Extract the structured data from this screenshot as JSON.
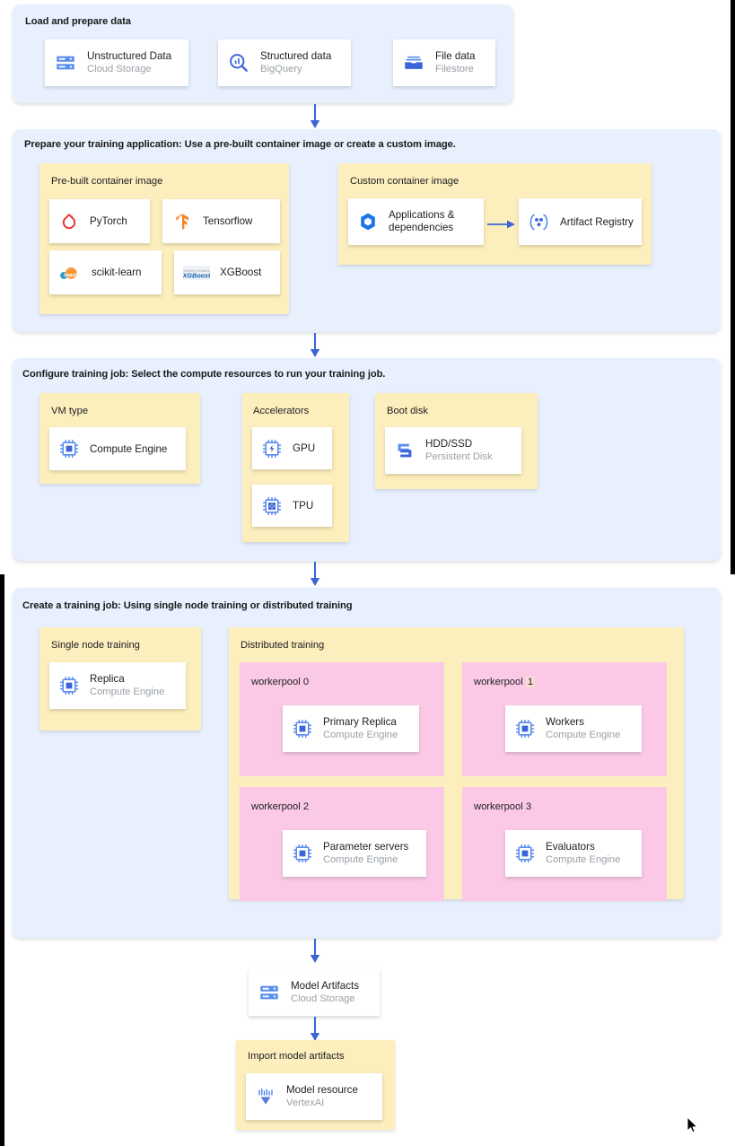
{
  "page": {
    "title": "Vertex AI custom training workflow diagram",
    "colors": {
      "stage_bg": "#e8f0fe",
      "group_bg": "#fdeebd",
      "pool_bg": "#fbc9e6",
      "card_bg": "#ffffff",
      "arrow": "#3a64d8",
      "icon_blue": "#5b8def",
      "text_primary": "#202124",
      "text_secondary": "#9aa0a6"
    }
  },
  "stages": [
    {
      "id": "load",
      "title": "Load and prepare data",
      "cards": [
        {
          "title": "Unstructured Data",
          "subtitle": "Cloud Storage",
          "icon": "cloud-storage-icon"
        },
        {
          "title": "Structured data",
          "subtitle": "BigQuery",
          "icon": "bigquery-icon"
        },
        {
          "title": "File data",
          "subtitle": "Filestore",
          "icon": "filestore-icon"
        }
      ]
    },
    {
      "id": "prepare",
      "title": "Prepare your training application: Use a pre-built container image or create a custom image.",
      "groups": [
        {
          "title": "Pre-built container image",
          "cards": [
            {
              "title": "PyTorch",
              "icon": "pytorch-icon"
            },
            {
              "title": "Tensorflow",
              "icon": "tensorflow-icon"
            },
            {
              "title": "scikit-learn",
              "icon": "scikit-learn-icon"
            },
            {
              "title": "XGBoost",
              "icon": "xgboost-icon"
            }
          ]
        },
        {
          "title": "Custom container image",
          "cards": [
            {
              "title": "Applications & dependencies",
              "icon": "applications-icon"
            },
            {
              "title": "Artifact Registry",
              "icon": "artifact-registry-icon"
            }
          ]
        }
      ]
    },
    {
      "id": "configure",
      "title": "Configure training job: Select the compute resources to run your training job.",
      "groups": [
        {
          "title": "VM type",
          "cards": [
            {
              "title": "Compute Engine",
              "icon": "compute-engine-icon"
            }
          ]
        },
        {
          "title": "Accelerators",
          "cards": [
            {
              "title": "GPU",
              "icon": "gpu-icon"
            },
            {
              "title": "TPU",
              "icon": "tpu-icon"
            }
          ]
        },
        {
          "title": "Boot disk",
          "cards": [
            {
              "title": "HDD/SSD",
              "subtitle": "Persistent Disk",
              "icon": "persistent-disk-icon"
            }
          ]
        }
      ]
    },
    {
      "id": "create",
      "title": "Create a training job: Using single node training or distributed training",
      "groups": [
        {
          "title": "Single node training",
          "cards": [
            {
              "title": "Replica",
              "subtitle": "Compute Engine",
              "icon": "compute-engine-icon"
            }
          ]
        },
        {
          "title": "Distributed training",
          "pools": [
            {
              "label_prefix": "workerpool",
              "label_num": "0",
              "highlight": false,
              "card": {
                "title": "Primary Replica",
                "subtitle": "Compute Engine",
                "icon": "compute-engine-icon"
              }
            },
            {
              "label_prefix": "workerpool",
              "label_num": "1",
              "highlight": true,
              "card": {
                "title": "Workers",
                "subtitle": "Compute Engine",
                "icon": "compute-engine-icon"
              }
            },
            {
              "label_prefix": "workerpool",
              "label_num": "2",
              "highlight": false,
              "card": {
                "title": "Parameter servers",
                "subtitle": "Compute Engine",
                "icon": "compute-engine-icon"
              }
            },
            {
              "label_prefix": "workerpool",
              "label_num": "3",
              "highlight": false,
              "card": {
                "title": "Evaluators",
                "subtitle": "Compute Engine",
                "icon": "compute-engine-icon"
              }
            }
          ]
        }
      ]
    }
  ],
  "output": {
    "artifacts_card": {
      "title": "Model Artifacts",
      "subtitle": "Cloud Storage",
      "icon": "cloud-storage-icon"
    },
    "import_group": {
      "title": "Import model artifacts",
      "card": {
        "title": "Model resource",
        "subtitle": "VertexAI",
        "icon": "vertexai-icon"
      }
    }
  }
}
